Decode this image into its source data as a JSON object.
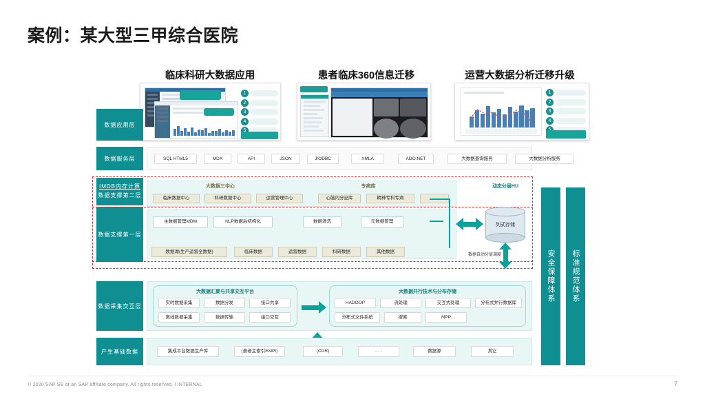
{
  "slide": {
    "title": "案例：某大型三甲综合医院",
    "page_number": "7",
    "footer": "© 2020 SAP SE or an SAP affiliate company. All rights reserved.  ǀ  INTERNAL"
  },
  "showcases": [
    {
      "heading": "临床科研大数据应用"
    },
    {
      "heading": "患者临床360信息迁移"
    },
    {
      "heading": "运营大数据分析迁移升级"
    }
  ],
  "numbers": [
    "1",
    "2",
    "3",
    "4",
    "5"
  ],
  "layers": [
    {
      "id": "app",
      "label": "数据应用层"
    },
    {
      "id": "service",
      "label": "数据服务层"
    },
    {
      "id": "support2",
      "label_top": "IMDB内存计算",
      "label": "数据支撑第二层"
    },
    {
      "id": "support1",
      "label": "数据支撑第一层"
    },
    {
      "id": "collect",
      "label": "数据采集交互层"
    },
    {
      "id": "base",
      "label": "产生基础数据"
    }
  ],
  "service_layer": {
    "items": [
      "SQL HTML5",
      "MDX",
      "API",
      "JSON",
      "J/ODBC",
      "XMLA",
      "ADO.NET",
      "大数据查询服务",
      "大数据分析服务"
    ]
  },
  "support2": {
    "group_left_title": "大数据三中心",
    "group_left_items": [
      "临床数据中心",
      "科研数据中心",
      "运营管理中心"
    ],
    "group_right_title": "专病库",
    "group_right_items": [
      "心脑内分泌库",
      "精神专科专病",
      "…"
    ]
  },
  "support1": {
    "mid_items": [
      "主数据管理MDM",
      "NLP数据后结构化",
      "数据清洗",
      "元数据管理"
    ],
    "lake_item": "数据湖(生产运营全数据)",
    "lake_tags": [
      "临床数据",
      "运营数据",
      "科研数据",
      "其他数据"
    ]
  },
  "storage": {
    "title": "动态分层HU",
    "cylinder_label": "列式存储",
    "note": "数据自动分层调度"
  },
  "collect_layer": {
    "left_title": "大数据汇聚与共享交互平台",
    "left_items": [
      "实时数据采集",
      "数据分发",
      "接口共享",
      "离线数据采集",
      "数据传输",
      "接口交互"
    ],
    "right_title": "大数据并行技术与分布存储",
    "right_items": [
      "HADOOP",
      "流处理",
      "交互式处理",
      "分布式并行数据库",
      "分布式文件系统",
      "搜索",
      "MPP"
    ]
  },
  "base_layer": {
    "items": [
      "集成平台数据生产库",
      "(患者主索引EMPI)",
      "(CDR)",
      "· · ·",
      "数据源",
      "其它"
    ]
  },
  "vertical_bars": [
    {
      "label": "安全保障体系"
    },
    {
      "label": "标准规范体系"
    }
  ],
  "colors": {
    "teal": "#0f8f92",
    "arrow": "#0aa39c",
    "dashed_red": "#e0312f",
    "khaki": "#eceadb"
  }
}
